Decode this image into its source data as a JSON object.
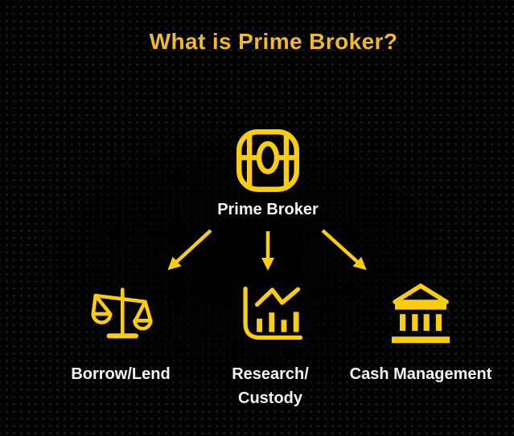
{
  "title": "What is Prime Broker?",
  "diagram": {
    "root": {
      "icon": "treasure-chest-icon",
      "label": "Prime Broker"
    },
    "connections": [
      "arrow-down-left",
      "arrow-down",
      "arrow-down-right"
    ],
    "children": [
      {
        "icon": "balance-scale-icon",
        "label": "Borrow/Lend"
      },
      {
        "icon": "bar-chart-icon",
        "label_line1": "Research/",
        "label_line2": "Custody"
      },
      {
        "icon": "bank-icon",
        "label": "Cash Management"
      }
    ]
  },
  "colors": {
    "background": "#020202",
    "dot_grid": "#222222",
    "title_yellow": "#F0B92B",
    "icon_yellow": "#FACD0E",
    "label_white": "#F2F2F2"
  }
}
